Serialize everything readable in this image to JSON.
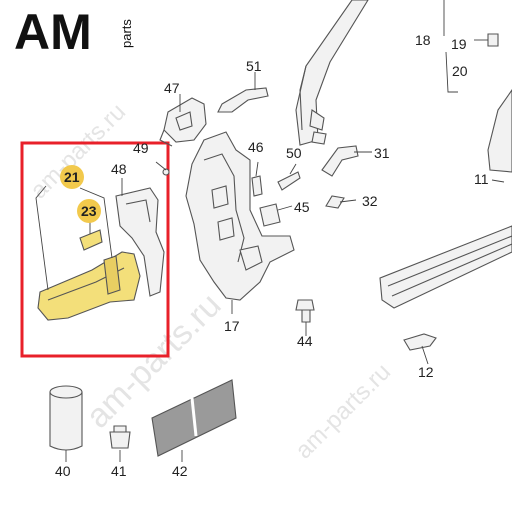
{
  "logo": {
    "text": "AM",
    "sub": "parts"
  },
  "watermark": {
    "main": "am-parts.ru",
    "small_1": "am-parts.ru",
    "small_2": "am-parts.ru"
  },
  "callouts": [
    {
      "id": "c18",
      "text": "18",
      "highlight": false
    },
    {
      "id": "c19",
      "text": "19",
      "highlight": false
    },
    {
      "id": "c20",
      "text": "20",
      "highlight": false
    },
    {
      "id": "c47",
      "text": "47",
      "highlight": false
    },
    {
      "id": "c51",
      "text": "51",
      "highlight": false
    },
    {
      "id": "c49",
      "text": "49",
      "highlight": false
    },
    {
      "id": "c48",
      "text": "48",
      "highlight": false
    },
    {
      "id": "c46",
      "text": "46",
      "highlight": false
    },
    {
      "id": "c50",
      "text": "50",
      "highlight": false
    },
    {
      "id": "c31",
      "text": "31",
      "highlight": false
    },
    {
      "id": "c11",
      "text": "11",
      "highlight": false
    },
    {
      "id": "c45",
      "text": "45",
      "highlight": false
    },
    {
      "id": "c32",
      "text": "32",
      "highlight": false
    },
    {
      "id": "c21",
      "text": "21",
      "highlight": true
    },
    {
      "id": "c23",
      "text": "23",
      "highlight": true
    },
    {
      "id": "c17",
      "text": "17",
      "highlight": false
    },
    {
      "id": "c44",
      "text": "44",
      "highlight": false
    },
    {
      "id": "c12",
      "text": "12",
      "highlight": false
    },
    {
      "id": "c40",
      "text": "40",
      "highlight": false
    },
    {
      "id": "c41",
      "text": "41",
      "highlight": false
    },
    {
      "id": "c42",
      "text": "42",
      "highlight": false
    }
  ],
  "colors": {
    "highlight_box": "#e8202a",
    "highlight_circle": "#f2c94c",
    "part_yellow": "#f3df7a",
    "part_stroke": "#555555",
    "part_fill": "#f2f2f2"
  }
}
